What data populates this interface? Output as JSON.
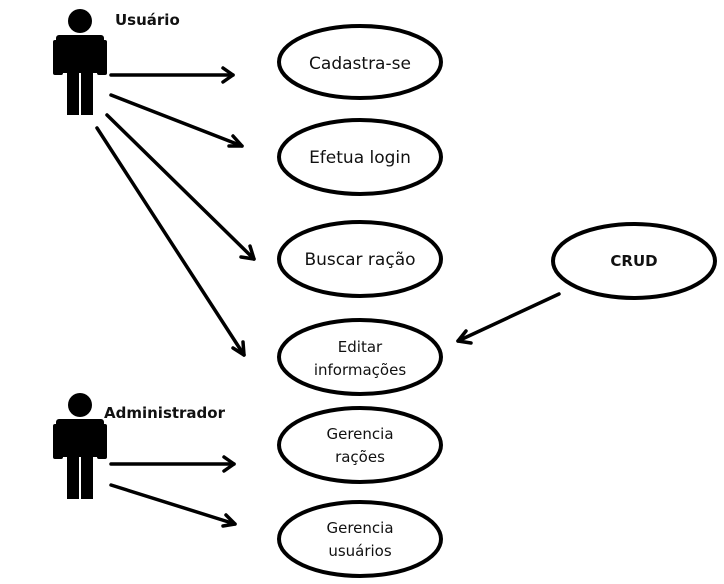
{
  "actors": {
    "user": {
      "label": "Usuário",
      "icon": "person-icon"
    },
    "admin": {
      "label": "Administrador",
      "icon": "person-icon"
    }
  },
  "use_cases": {
    "cadastrase": {
      "lines": [
        "Cadastra-se"
      ]
    },
    "login": {
      "lines": [
        "Efetua login"
      ]
    },
    "buscar": {
      "lines": [
        "Buscar ração"
      ]
    },
    "editar": {
      "lines": [
        "Editar",
        "informações"
      ]
    },
    "gerencia_racoes": {
      "lines": [
        "Gerencia",
        "rações"
      ]
    },
    "gerencia_usuarios": {
      "lines": [
        "Gerencia",
        "usuários"
      ]
    }
  },
  "crud": {
    "label": "CRUD"
  },
  "colors": {
    "stroke": "#000000",
    "fill": "#ffffff",
    "actor": "#000000"
  }
}
